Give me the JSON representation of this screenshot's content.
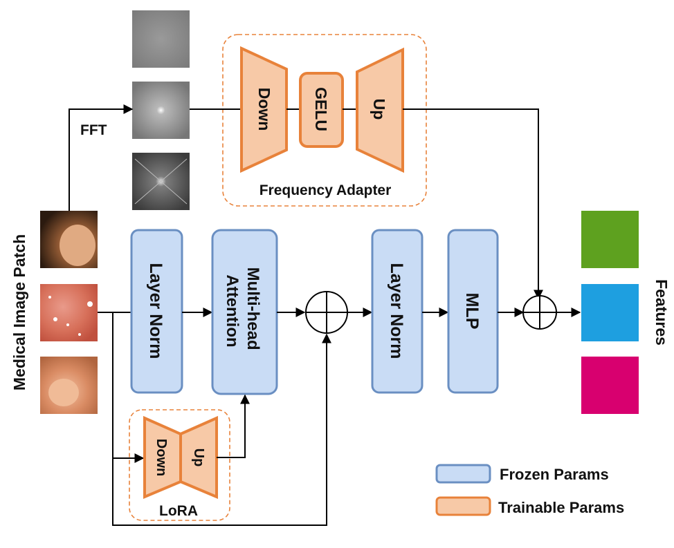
{
  "labels": {
    "fft": "FFT",
    "frequency_adapter": "Frequency Adapter",
    "down": "Down",
    "gelu": "GELU",
    "up": "Up",
    "layer_norm_1": "Layer Norm",
    "mha": "Multi-head Attention",
    "mha_line1": "Multi-head",
    "mha_line2": "Attention",
    "layer_norm_2": "Layer Norm",
    "mlp": "MLP",
    "lora": "LoRA",
    "lora_down": "Down",
    "lora_up": "Up",
    "medical_image_patch": "Medical Image Patch",
    "features": "Features"
  },
  "legend": [
    {
      "label": "Frozen Params",
      "kind": "frozen"
    },
    {
      "label": "Trainable Params",
      "kind": "trainable"
    }
  ],
  "colors": {
    "frozen_fill": "#c9dcf5",
    "frozen_stroke": "#6a8fc2",
    "trainable_fill": "#f7c9a7",
    "trainable_stroke": "#e8823a",
    "dashed_border": "#e8823a",
    "feature_1": "#5ea11f",
    "feature_2": "#1e9fe0",
    "feature_3": "#d8006f"
  }
}
